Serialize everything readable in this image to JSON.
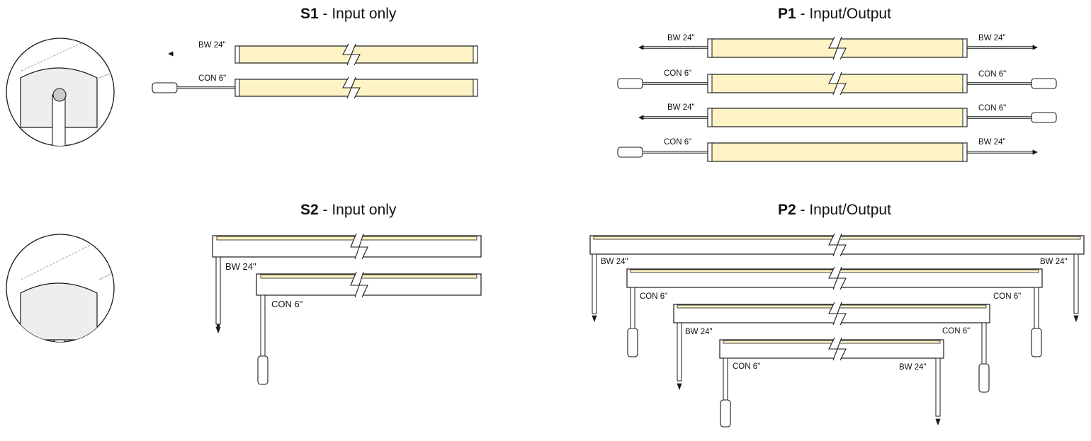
{
  "sections": {
    "s1": {
      "code": "S1",
      "title": " - Input only"
    },
    "p1": {
      "code": "P1",
      "title": " - Input/Output"
    },
    "s2": {
      "code": "S2",
      "title": " - Input only"
    },
    "p2": {
      "code": "P2",
      "title": " - Input/Output"
    }
  },
  "labels": {
    "s1_r1_in": "BW 24\"",
    "s1_r2_in": "CON 6\"",
    "p1_r1_in": "BW 24\"",
    "p1_r1_out": "BW 24\"",
    "p1_r2_in": "CON 6\"",
    "p1_r2_out": "CON 6\"",
    "p1_r3_in": "BW 24\"",
    "p1_r3_out": "CON 6\"",
    "p1_r4_in": "CON 6\"",
    "p1_r4_out": "BW 24\"",
    "s2_r1_in": "BW 24\"",
    "s2_r2_in": "CON 6\"",
    "p2_r1_in": "BW 24\"",
    "p2_r1_out": "BW 24\"",
    "p2_r2_in": "CON 6\"",
    "p2_r2_out": "CON 6\"",
    "p2_r3_in": "BW 24\"",
    "p2_r3_out": "CON 6\"",
    "p2_r4_in": "CON 6\"",
    "p2_r4_out": "BW 24\""
  },
  "colors": {
    "strip": "#fdf3c4",
    "outline": "#1a1a1a",
    "profile_fill": "#eeeeee"
  }
}
